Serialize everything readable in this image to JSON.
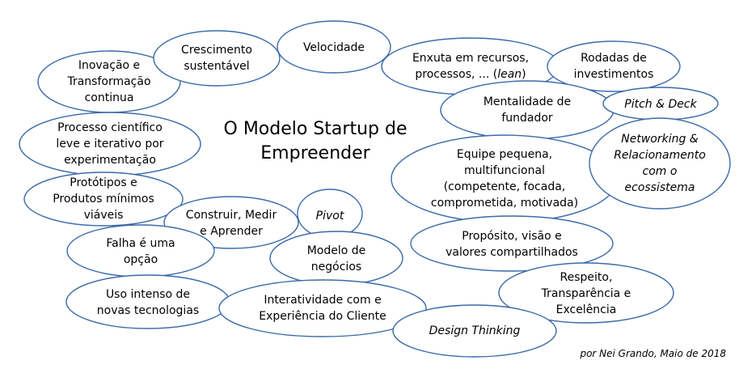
{
  "title": "O Modelo Startup de Empreender",
  "credit": "por Nei Grando, Maio de 2018",
  "concepts": {
    "velocidade": "Velocidade",
    "crescimento": "Crescimento\nsustentável",
    "inovacao": "Inovação e\nTransformação\ncontinua",
    "processo": "Processo científico\nleve e iterativo por\nexperimentação",
    "prototipos": "Protótipos e\nProdutos mínimos\nviáveis",
    "construir": "Construir, Medir\ne Aprender",
    "pivot": "Pivot",
    "falha": "Falha é uma\nopção",
    "modelo": "Modelo de\nnegócios",
    "uso": "Uso intenso de\nnovas tecnologias",
    "interatividade": "Interatividade com e\nExperiência do Cliente",
    "design": "Design Thinking",
    "enxuta": "Enxuta em recursos,\nprocessos, ... (lean)",
    "rodadas": "Rodadas de\ninvestimentos",
    "mentalidade": "Mentalidade de\nfundador",
    "pitch": "Pitch & Deck",
    "networking": "Networking &\nRelacionamento\ncom o\necossistema",
    "equipe": "Equipe pequena,\nmultifuncional\n(competente, focada,\ncomprometida, motivada)",
    "proposito": "Propósito, visão e\nvalores compartilhados",
    "respeito": "Respeito,\nTransparência e\nExcelência"
  },
  "colors": {
    "outline": "#3b6aa8",
    "fill": "#ffffff",
    "text": "#000000"
  }
}
